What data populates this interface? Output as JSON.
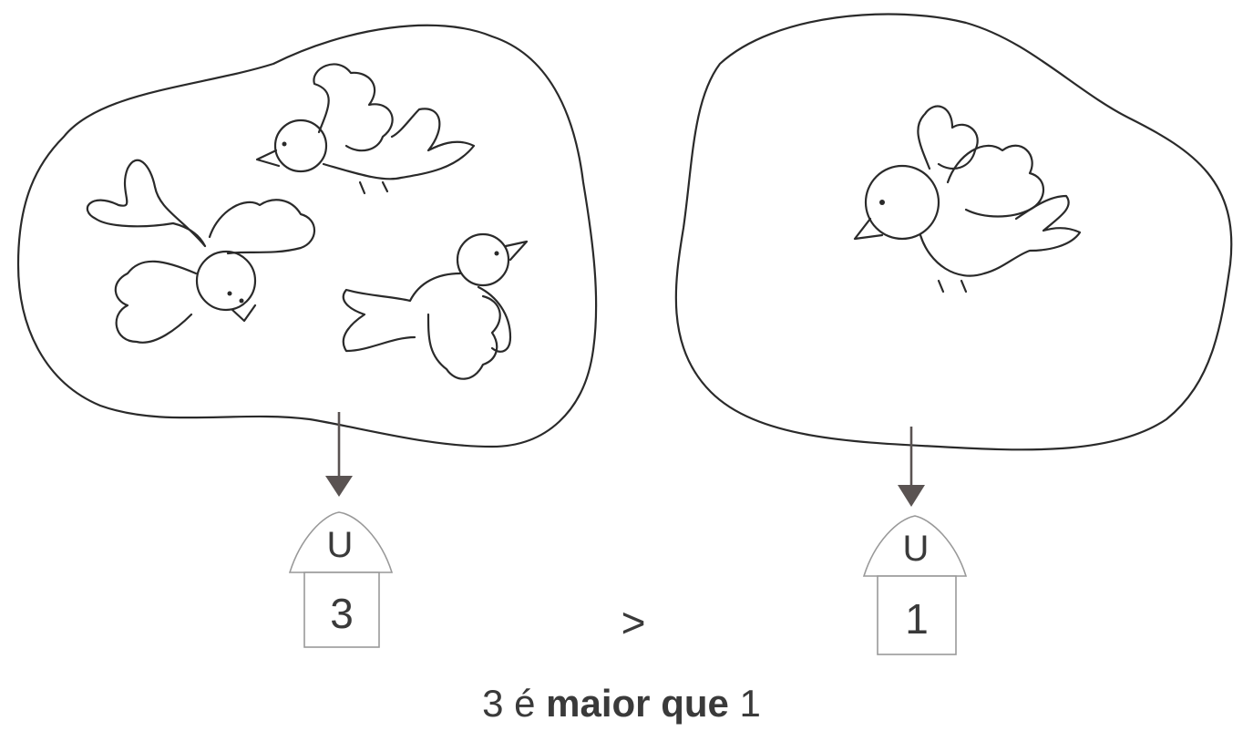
{
  "left_set": {
    "bird_count_shown": 3,
    "unit_label": "U",
    "value": "3"
  },
  "right_set": {
    "bird_count_shown": 1,
    "unit_label": "U",
    "value": "1"
  },
  "comparison_symbol": ">",
  "sentence": {
    "part1": "3 é",
    "bold": "maior que",
    "part2": "1"
  }
}
